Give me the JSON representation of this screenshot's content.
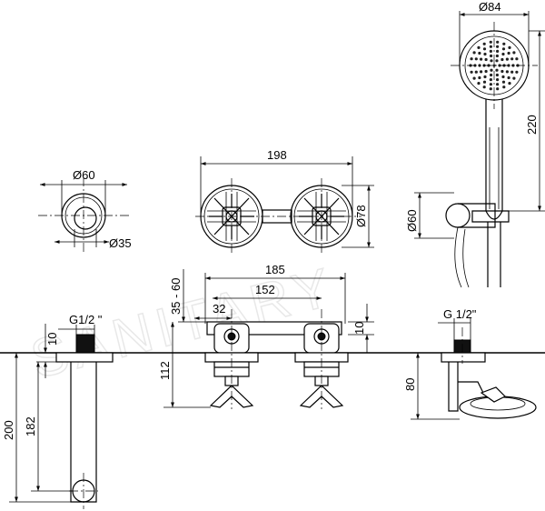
{
  "watermark": "SANITARY",
  "dimensions": {
    "d84": "Ø84",
    "d220": "220",
    "d60_top": "Ø60",
    "d35": "Ø35",
    "d198": "198",
    "d78": "Ø78",
    "d60_mid": "Ø60",
    "d185": "185",
    "d35_60": "35 - 60",
    "d152": "152",
    "d32": "32",
    "d10_right": "10",
    "d112": "112",
    "d10_left": "10",
    "d182": "182",
    "d200": "200",
    "g12_left": "G1/2 \"",
    "g12_right": "G 1/2\"",
    "d80": "80"
  }
}
